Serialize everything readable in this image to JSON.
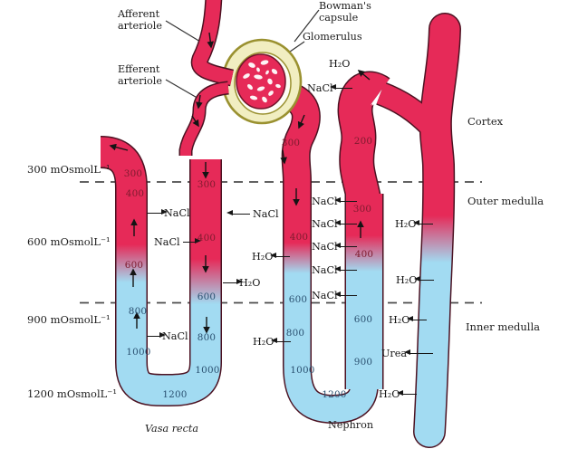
{
  "labels": {
    "afferent": [
      "Afferent",
      "arteriole"
    ],
    "efferent": [
      "Efferent",
      "arteriole"
    ],
    "bowmans": [
      "Bowman's",
      "capsule"
    ],
    "glomerulus": "Glomerulus"
  },
  "regions": {
    "cortex": "Cortex",
    "outer": "Outer medulla",
    "inner": "Inner medulla"
  },
  "osmolarity": [
    "300 mOsmolL⁻¹",
    "600 mOsmolL⁻¹",
    "900 mOsmolL⁻¹",
    "1200 mOsmolL⁻¹"
  ],
  "structures": {
    "vasa_recta": "Vasa recta",
    "nephron": "Nephron"
  },
  "tubes": {
    "vasa_recta_ascending": [
      "300",
      "400",
      "600",
      "800",
      "1000"
    ],
    "vasa_recta_descending": [
      "300",
      "400",
      "600",
      "800",
      "1000"
    ],
    "vasa_recta_bottom": "1200",
    "nephron_descending": [
      "300",
      "400",
      "600",
      "800",
      "1000"
    ],
    "nephron_ascending": [
      "200",
      "300",
      "400",
      "600",
      "900"
    ],
    "nephron_bottom": "1200"
  },
  "substances": {
    "water": "H₂O",
    "salt": "NaCl",
    "urea": "Urea"
  },
  "colors": {
    "blood_red": "#e62a58",
    "filtrate_blue": "#a2dbf2",
    "capsule_fill": "#f1eec1",
    "capsule_border": "#9a9130"
  }
}
